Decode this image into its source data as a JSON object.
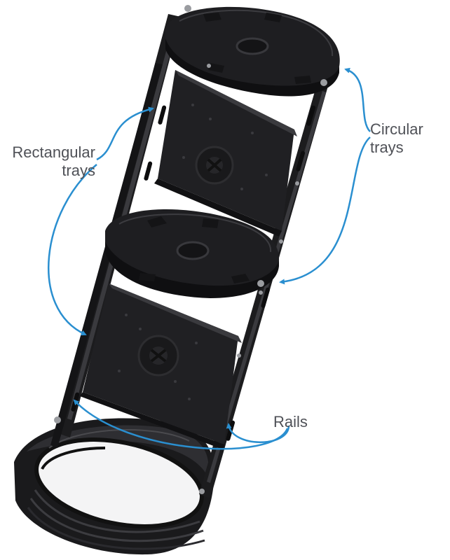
{
  "labels": {
    "rectangular_trays": {
      "line1": "Rectangular",
      "line2": "trays"
    },
    "circular_trays": {
      "line1": "Circular",
      "line2": "trays"
    },
    "rails": {
      "line1": "Rails"
    }
  },
  "colors": {
    "callout": "#2a8fd0",
    "label_text": "#4f5157",
    "part_dark": "#1c1c1e",
    "part_mid": "#2b2b2e",
    "part_edge": "#3a3a3e",
    "highlight": "#55565a",
    "screw": "#9a9ca0"
  }
}
